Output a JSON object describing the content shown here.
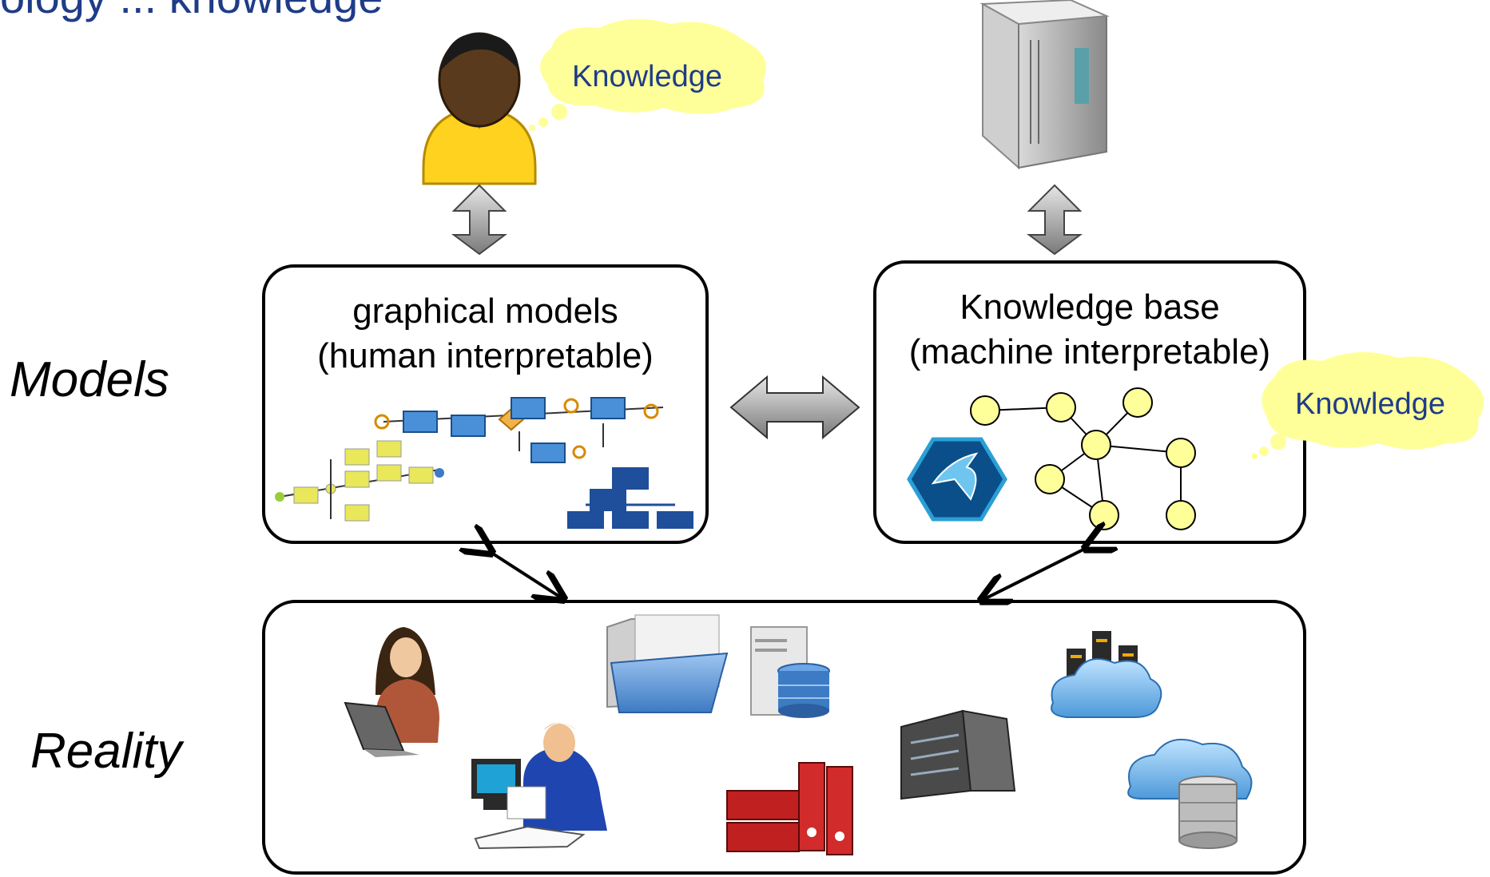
{
  "title_fragment": "ology ... knowledge",
  "labels": {
    "models": "Models",
    "reality": "Reality"
  },
  "boxes": {
    "graphical": {
      "line1": "graphical models",
      "line2": "(human interpretable)"
    },
    "knowledge_base": {
      "line1": "Knowledge base",
      "line2": "(machine interpretable)"
    }
  },
  "bubbles": {
    "human": "Knowledge",
    "machine": "Knowledge"
  },
  "colors": {
    "title": "#1f3c88",
    "bubble": "#ffff99",
    "node": "#ffff99",
    "arrow": "#a6a6a6"
  },
  "icons": [
    "person-icon",
    "server-icon",
    "process-model-icon",
    "org-chart-icon",
    "ontology-logo-icon",
    "woman-laptop-icon",
    "man-computer-icon",
    "folder-icon",
    "database-server-icon",
    "binders-icon",
    "server-rack-icon",
    "cloud-servers-icon",
    "cloud-database-icon"
  ]
}
